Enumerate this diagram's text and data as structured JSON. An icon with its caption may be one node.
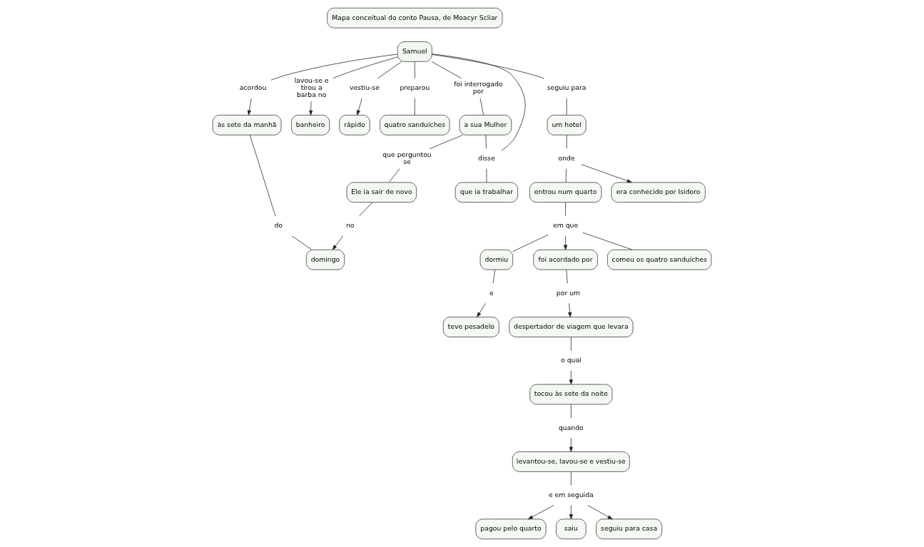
{
  "diagram": {
    "nodes": [
      {
        "text": [
          "Mapa conceitual do conto Pausa, de Moacyr Scliar"
        ]
      },
      {
        "text": [
          "Samuel"
        ]
      },
      {
        "text": [
          "acordou"
        ]
      },
      {
        "text": [
          "às sete da manhã"
        ]
      },
      {
        "text": [
          "do"
        ]
      },
      {
        "text": [
          "domingo"
        ]
      },
      {
        "text": [
          "lavou-se e tirou a barba no"
        ]
      },
      {
        "text": [
          "banheiro"
        ]
      },
      {
        "text": [
          "vestiu-se"
        ]
      },
      {
        "text": [
          "rápido"
        ]
      },
      {
        "text": [
          "preparou"
        ]
      },
      {
        "text": [
          "quatro sanduíches"
        ]
      },
      {
        "text": [
          "foi interrogado por"
        ]
      },
      {
        "text": [
          "a sua Mulher"
        ]
      },
      {
        "text": [
          "disse"
        ]
      },
      {
        "text": [
          "que ia trabalhar"
        ]
      },
      {
        "text": [
          "seguiu para"
        ]
      },
      {
        "text": [
          "um hotel"
        ]
      },
      {
        "text": [
          "que perguntou se"
        ]
      },
      {
        "text": [
          "Ele ia sair de novo"
        ]
      },
      {
        "text": [
          "no"
        ]
      },
      {
        "text": [
          "onde"
        ]
      },
      {
        "text": [
          "era conhecido por Isidoro"
        ]
      },
      {
        "text": [
          "entrou num quarto"
        ]
      },
      {
        "text": [
          "em que"
        ]
      },
      {
        "text": [
          "comeu os quatro sanduíches"
        ]
      },
      {
        "text": [
          "dormiu"
        ]
      },
      {
        "text": [
          "e"
        ]
      },
      {
        "text": [
          "teve pesadelo"
        ]
      },
      {
        "text": [
          "foi acordado por"
        ]
      },
      {
        "text": [
          "por um"
        ]
      },
      {
        "text": [
          "despertador de viagem que levara"
        ]
      },
      {
        "text": [
          "o qual"
        ]
      },
      {
        "text": [
          "tocou às sete da noite"
        ]
      },
      {
        "text": [
          "quando"
        ]
      },
      {
        "text": [
          "levantou-se, lavou-se e vestiu-se"
        ]
      },
      {
        "text": [
          "e em seguida"
        ]
      },
      {
        "text": [
          "pagou pelo quarto"
        ]
      },
      {
        "text": [
          "saiu"
        ]
      },
      {
        "text": [
          "seguiu para casa"
        ]
      }
    ],
    "edges": [
      {
        "from": 1,
        "to": 2,
        "arrow": "none"
      },
      {
        "from": 2,
        "to": 3,
        "arrow": "to"
      },
      {
        "from": 3,
        "to": 4,
        "arrow": "none"
      },
      {
        "from": 4,
        "to": 5,
        "arrow": "none"
      },
      {
        "from": 1,
        "to": 6,
        "arrow": "none"
      },
      {
        "from": 6,
        "to": 7,
        "arrow": "to"
      },
      {
        "from": 1,
        "to": 8,
        "arrow": "none"
      },
      {
        "from": 8,
        "to": 9,
        "arrow": "to"
      },
      {
        "from": 1,
        "to": 10,
        "arrow": "none"
      },
      {
        "from": 10,
        "to": 11,
        "arrow": "none"
      },
      {
        "from": 1,
        "to": 12,
        "arrow": "none"
      },
      {
        "from": 12,
        "to": 13,
        "arrow": "none"
      },
      {
        "from": 13,
        "to": 14,
        "arrow": "none"
      },
      {
        "from": 1,
        "to": 14,
        "arrow": "none"
      },
      {
        "from": 14,
        "to": 15,
        "arrow": "none"
      },
      {
        "from": 1,
        "to": 16,
        "arrow": "none"
      },
      {
        "from": 16,
        "to": 17,
        "arrow": "none"
      },
      {
        "from": 13,
        "to": 18,
        "arrow": "none"
      },
      {
        "from": 18,
        "to": 19,
        "arrow": "none"
      },
      {
        "from": 19,
        "to": 20,
        "arrow": "none"
      },
      {
        "from": 20,
        "to": 5,
        "arrow": "to"
      },
      {
        "from": 17,
        "to": 21,
        "arrow": "none"
      },
      {
        "from": 21,
        "to": 22,
        "arrow": "to"
      },
      {
        "from": 21,
        "to": 23,
        "arrow": "none"
      },
      {
        "from": 23,
        "to": 24,
        "arrow": "none"
      },
      {
        "from": 24,
        "to": 25,
        "arrow": "none"
      },
      {
        "from": 24,
        "to": 26,
        "arrow": "none"
      },
      {
        "from": 24,
        "to": 29,
        "arrow": "to"
      },
      {
        "from": 26,
        "to": 27,
        "arrow": "none"
      },
      {
        "from": 27,
        "to": 28,
        "arrow": "to"
      },
      {
        "from": 29,
        "to": 30,
        "arrow": "none"
      },
      {
        "from": 30,
        "to": 31,
        "arrow": "to"
      },
      {
        "from": 31,
        "to": 32,
        "arrow": "none"
      },
      {
        "from": 32,
        "to": 33,
        "arrow": "to"
      },
      {
        "from": 33,
        "to": 34,
        "arrow": "none"
      },
      {
        "from": 34,
        "to": 35,
        "arrow": "to"
      },
      {
        "from": 35,
        "to": 36,
        "arrow": "none"
      },
      {
        "from": 36,
        "to": 37,
        "arrow": "to"
      },
      {
        "from": 36,
        "to": 38,
        "arrow": "to"
      },
      {
        "from": 36,
        "to": 39,
        "arrow": "to"
      }
    ]
  }
}
